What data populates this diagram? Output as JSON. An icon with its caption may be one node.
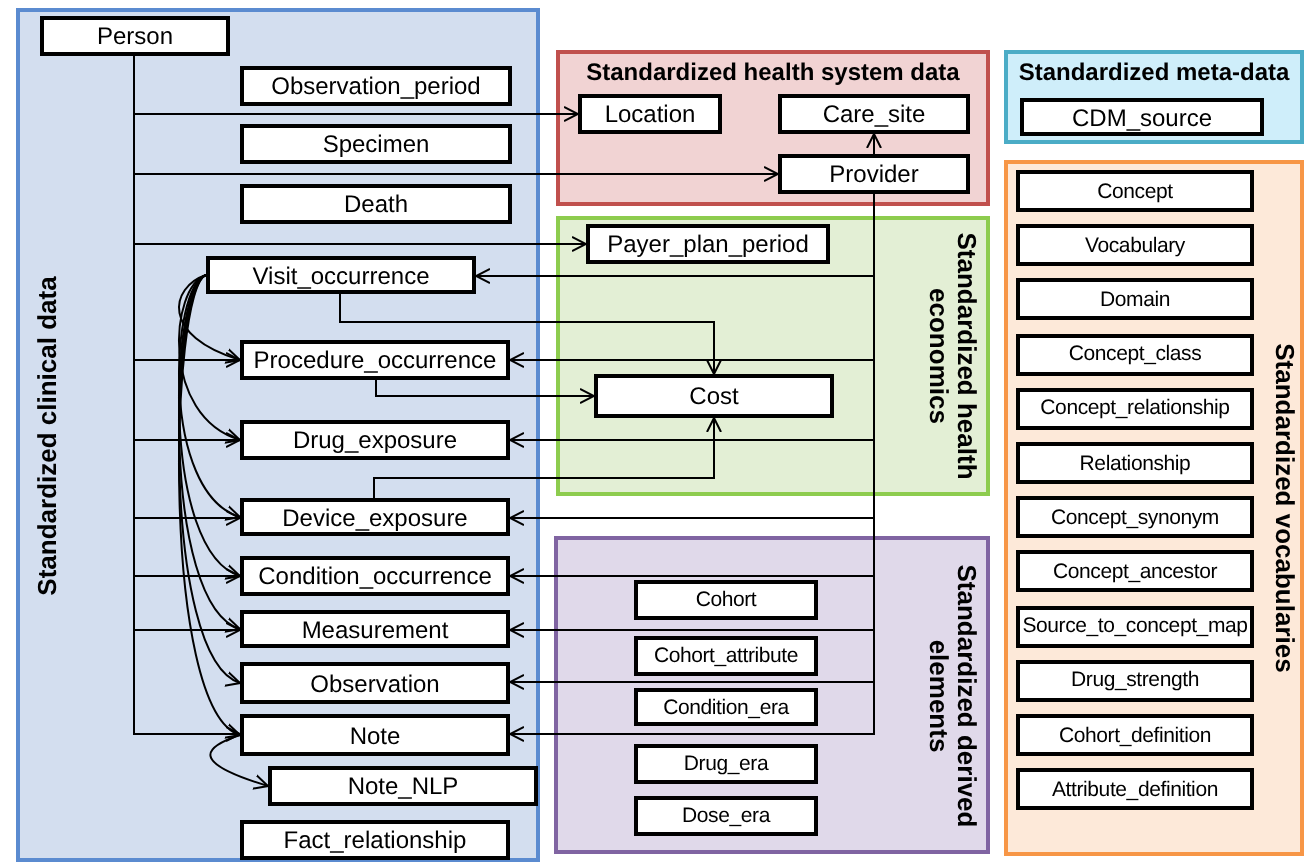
{
  "diagram": {
    "nodes": [
      {
        "text": [
          "Standardized clinical data"
        ]
      },
      {
        "text": [
          "Person"
        ],
        "in": 0
      },
      {
        "text": [
          "Observation_period"
        ],
        "in": 0
      },
      {
        "text": [
          "Specimen"
        ],
        "in": 0
      },
      {
        "text": [
          "Death"
        ],
        "in": 0
      },
      {
        "text": [
          "Visit_occurrence"
        ],
        "in": 0
      },
      {
        "text": [
          "Procedure_occurrence"
        ],
        "in": 0
      },
      {
        "text": [
          "Drug_exposure"
        ],
        "in": 0
      },
      {
        "text": [
          "Device_exposure"
        ],
        "in": 0
      },
      {
        "text": [
          "Condition_occurrence"
        ],
        "in": 0
      },
      {
        "text": [
          "Measurement"
        ],
        "in": 0
      },
      {
        "text": [
          "Observation"
        ],
        "in": 0
      },
      {
        "text": [
          "Note"
        ],
        "in": 0
      },
      {
        "text": [
          "Note_NLP"
        ],
        "in": 0
      },
      {
        "text": [
          "Fact_relationship"
        ],
        "in": 0
      },
      {
        "text": [
          "Standardized health system data"
        ]
      },
      {
        "text": [
          "Location"
        ],
        "in": 15
      },
      {
        "text": [
          "Care_site"
        ],
        "in": 15
      },
      {
        "text": [
          "Provider"
        ],
        "in": 15
      },
      {
        "text": [
          "Standardized health economics"
        ]
      },
      {
        "text": [
          "Payer_plan_period"
        ],
        "in": 19
      },
      {
        "text": [
          "Cost"
        ],
        "in": 19
      },
      {
        "text": [
          "Standardized derived elements"
        ]
      },
      {
        "text": [
          "Cohort"
        ],
        "in": 22
      },
      {
        "text": [
          "Cohort_attribute"
        ],
        "in": 22
      },
      {
        "text": [
          "Condition_era"
        ],
        "in": 22
      },
      {
        "text": [
          "Drug_era"
        ],
        "in": 22
      },
      {
        "text": [
          "Dose_era"
        ],
        "in": 22
      },
      {
        "text": [
          "Standardized meta-data"
        ]
      },
      {
        "text": [
          "CDM_source"
        ],
        "in": 28
      },
      {
        "text": [
          "Standardized vocabularies"
        ]
      },
      {
        "text": [
          "Concept"
        ],
        "in": 30
      },
      {
        "text": [
          "Vocabulary"
        ],
        "in": 30
      },
      {
        "text": [
          "Domain"
        ],
        "in": 30
      },
      {
        "text": [
          "Concept_class"
        ],
        "in": 30
      },
      {
        "text": [
          "Concept_relationship"
        ],
        "in": 30
      },
      {
        "text": [
          "Relationship"
        ],
        "in": 30
      },
      {
        "text": [
          "Concept_synonym"
        ],
        "in": 30
      },
      {
        "text": [
          "Concept_ancestor"
        ],
        "in": 30
      },
      {
        "text": [
          "Source_to_concept_map"
        ],
        "in": 30
      },
      {
        "text": [
          "Drug_strength"
        ],
        "in": 30
      },
      {
        "text": [
          "Cohort_definition"
        ],
        "in": 30
      },
      {
        "text": [
          "Attribute_definition"
        ],
        "in": 30
      }
    ],
    "edges": [
      {
        "from": 1,
        "to": 16,
        "arrow": "to"
      },
      {
        "from": 1,
        "to": 18,
        "arrow": "to"
      },
      {
        "from": 1,
        "to": 20,
        "arrow": "to"
      },
      {
        "from": 1,
        "to": 6,
        "arrow": "to"
      },
      {
        "from": 1,
        "to": 7,
        "arrow": "to"
      },
      {
        "from": 1,
        "to": 8,
        "arrow": "to"
      },
      {
        "from": 1,
        "to": 9,
        "arrow": "to"
      },
      {
        "from": 1,
        "to": 10,
        "arrow": "to"
      },
      {
        "from": 1,
        "to": 12,
        "arrow": "to"
      },
      {
        "from": 5,
        "to": 6,
        "arrow": "to"
      },
      {
        "from": 5,
        "to": 7,
        "arrow": "to"
      },
      {
        "from": 5,
        "to": 8,
        "arrow": "to"
      },
      {
        "from": 5,
        "to": 9,
        "arrow": "to"
      },
      {
        "from": 5,
        "to": 10,
        "arrow": "to"
      },
      {
        "from": 5,
        "to": 11,
        "arrow": "to"
      },
      {
        "from": 5,
        "to": 12,
        "arrow": "to"
      },
      {
        "from": 12,
        "to": 13,
        "arrow": "to"
      },
      {
        "from": 18,
        "to": 17,
        "arrow": "to"
      },
      {
        "from": 18,
        "to": 5,
        "arrow": "to"
      },
      {
        "from": 18,
        "to": 6,
        "arrow": "to"
      },
      {
        "from": 18,
        "to": 7,
        "arrow": "to"
      },
      {
        "from": 18,
        "to": 8,
        "arrow": "to"
      },
      {
        "from": 18,
        "to": 9,
        "arrow": "to"
      },
      {
        "from": 18,
        "to": 10,
        "arrow": "to"
      },
      {
        "from": 18,
        "to": 11,
        "arrow": "to"
      },
      {
        "from": 18,
        "to": 12,
        "arrow": "to"
      },
      {
        "from": 5,
        "to": 21,
        "arrow": "to"
      },
      {
        "from": 6,
        "to": 21,
        "arrow": "to"
      },
      {
        "from": 8,
        "to": 21,
        "arrow": "to"
      }
    ]
  }
}
